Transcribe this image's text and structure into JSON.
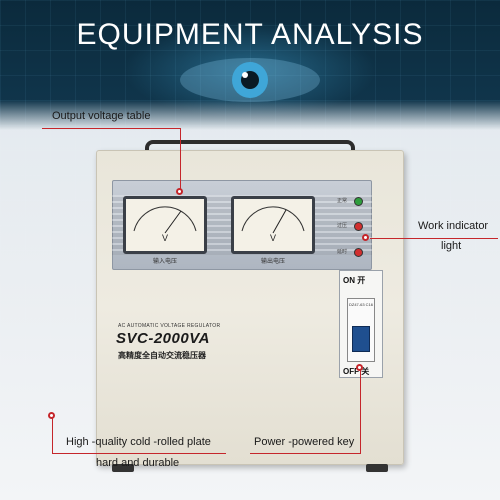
{
  "title": "EQUIPMENT ANALYSIS",
  "callouts": {
    "output_voltage_table": "Output voltage table",
    "work_indicator": "Work indicator",
    "work_indicator_light": "light",
    "high_quality": "High -quality cold -rolled plate",
    "hard_durable": "hard and durable",
    "power_key": "Power -powered key"
  },
  "device": {
    "meter_unit": "V",
    "meter_left_label": "输入电压",
    "meter_right_label": "输出电压",
    "brand_sub": "AC AUTOMATIC VOLTAGE REGULATOR",
    "brand": "SVC-2000VA",
    "brand_cn": "高精度全自动交流稳压器",
    "lamp_labels": [
      "正常",
      "过压",
      "延时"
    ],
    "switch_on": "ON 开",
    "switch_off": "OFF 关",
    "switch_tiny": "DZ47-63 C16"
  },
  "colors": {
    "accent": "#c5262b",
    "lamp_green": "#2e9d3d",
    "lamp_red": "#d12f2f",
    "lever": "#1f4f8f"
  }
}
